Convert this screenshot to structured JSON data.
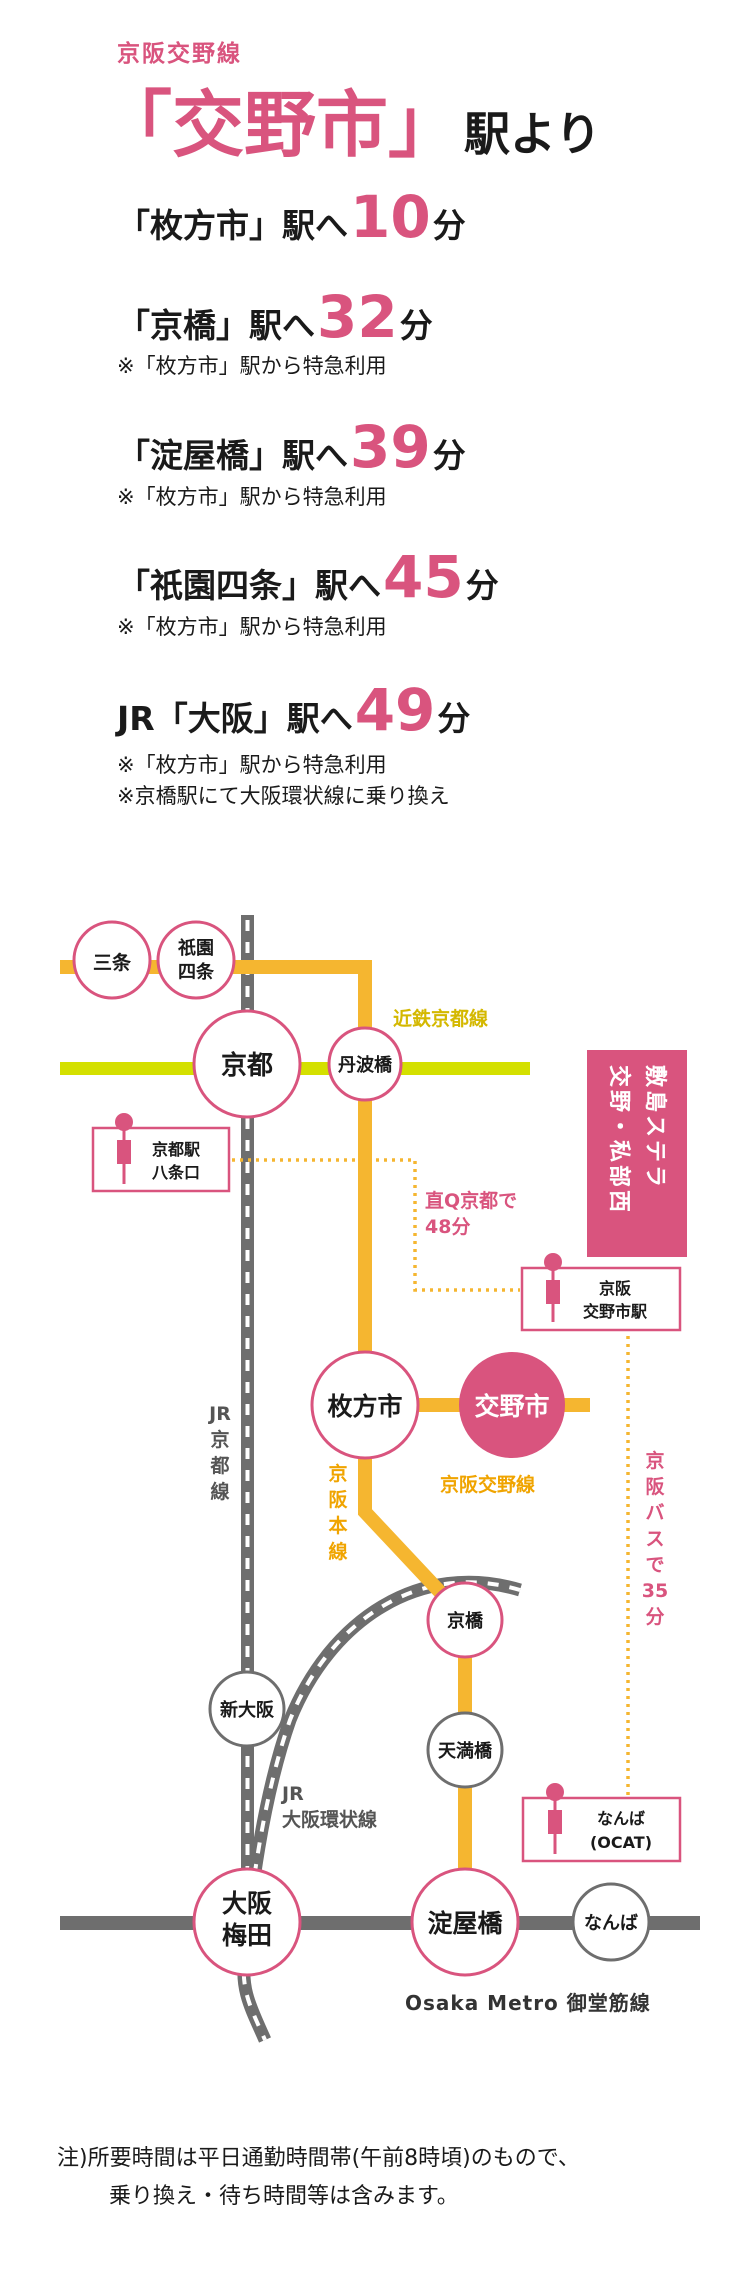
{
  "header": {
    "line_name": "京阪交野線",
    "station_name": "「交野市」",
    "station_suffix": "駅より"
  },
  "routes": [
    {
      "dest": "「枚方市」駅へ",
      "minutes": "10",
      "unit": "分",
      "notes": []
    },
    {
      "dest": "「京橋」駅へ",
      "minutes": "32",
      "unit": "分",
      "notes": [
        "※「枚方市」駅から特急利用"
      ]
    },
    {
      "dest": "「淀屋橋」駅へ",
      "minutes": "39",
      "unit": "分",
      "notes": [
        "※「枚方市」駅から特急利用"
      ]
    },
    {
      "dest": "「祇園四条」駅へ",
      "minutes": "45",
      "unit": "分",
      "notes": [
        "※「枚方市」駅から特急利用"
      ]
    },
    {
      "dest": "JR「大阪」駅へ",
      "minutes": "49",
      "unit": "分",
      "notes": [
        "※「枚方市」駅から特急利用",
        "※京橋駅にて大阪環状線に乗り換え"
      ]
    }
  ],
  "map": {
    "stations": {
      "sanjo": "三条",
      "gion_1": "祇園",
      "gion_2": "四条",
      "kyoto": "京都",
      "tambabashi": "丹波橋",
      "hirakatashi": "枚方市",
      "katanoshi": "交野市",
      "kyobashi": "京橋",
      "shin_osaka": "新大阪",
      "temmabashi": "天満橋",
      "osaka_1": "大阪",
      "osaka_2": "梅田",
      "yodoyabashi": "淀屋橋",
      "namba": "なんば"
    },
    "lines": {
      "kintetsu": "近鉄京都線",
      "jr_kyoto": [
        "JR",
        "京",
        "都",
        "線"
      ],
      "keihan_main": [
        "京",
        "阪",
        "本",
        "線"
      ],
      "keihan_katano": "京阪交野線",
      "jr_loop_1": "JR",
      "jr_loop_2": "大阪環状線",
      "midosuji": "Osaka Metro 御堂筋線"
    },
    "bus_stops": {
      "kyoto_hachijo_1": "京都駅",
      "kyoto_hachijo_2": "八条口",
      "katanoshi_1": "京阪",
      "katanoshi_2": "交野市駅",
      "namba_1": "なんば",
      "namba_2": "(OCAT)"
    },
    "bus_routes": {
      "chokuq_1": "直Q京都で",
      "chokuq_2": "48分",
      "keihan_bus": [
        "京",
        "阪",
        "バ",
        "ス",
        "で",
        "35",
        "分"
      ]
    },
    "campus_label": [
      "敷島ステラ",
      "交野・私部西"
    ]
  },
  "footnote": {
    "line1": "注)所要時間は平日通勤時間帯(午前8時頃)のもので、",
    "line2": "乗り換え・待ち時間等は含みます。"
  },
  "colors": {
    "accent_pink": "#d9547e",
    "keihan_orange": "#f5b630",
    "kintetsu_green": "#d4e000",
    "jr_gray": "#6e6e6e",
    "text_dark": "#1a1a1a"
  }
}
